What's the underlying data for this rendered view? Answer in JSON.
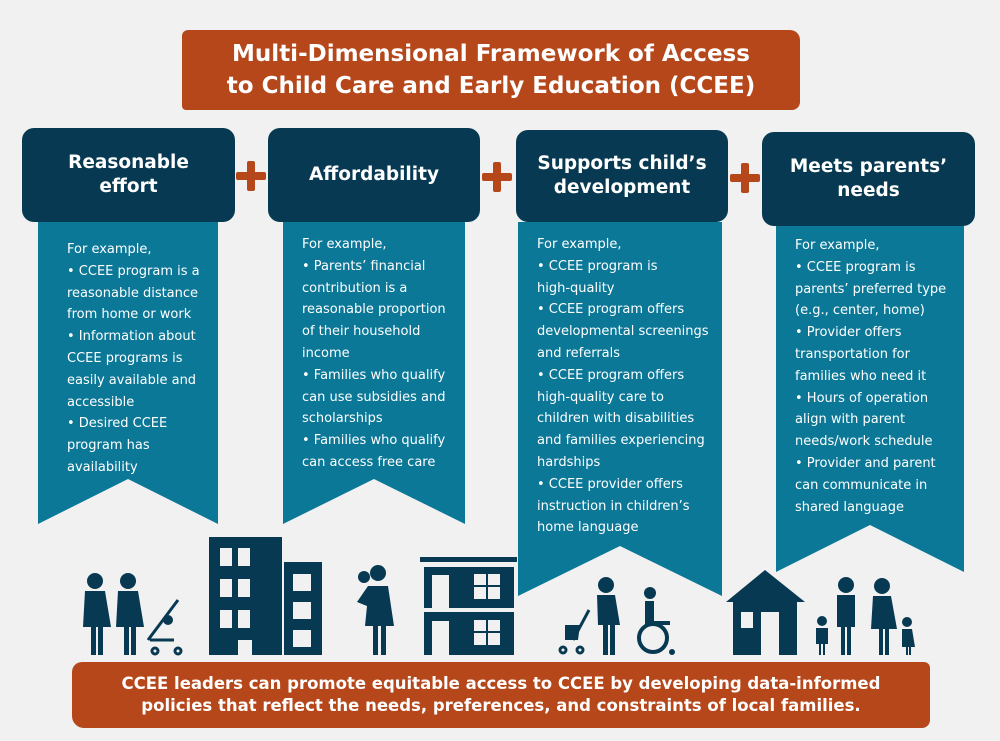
{
  "title": {
    "line1": "Multi-Dimensional Framework of Access",
    "line2": "to Child Care and Early Education (CCEE)"
  },
  "columns": [
    {
      "header": [
        "Reasonable",
        "effort"
      ],
      "lines": [
        "For example,",
        "• CCEE program is a",
        "reasonable distance",
        "from home or work",
        "• Information about",
        "CCEE programs is",
        "easily available and",
        "accessible",
        "• Desired CCEE",
        "program has",
        "availability"
      ]
    },
    {
      "header": [
        "Affordability"
      ],
      "lines": [
        "For example,",
        "• Parents’ financial",
        "contribution is a",
        "reasonable proportion",
        "of their household",
        "income",
        "• Families who qualify",
        "can use subsidies and",
        "scholarships",
        "• Families who qualify",
        "can access free care"
      ]
    },
    {
      "header": [
        "Supports child’s",
        "development"
      ],
      "lines": [
        "For example,",
        "• CCEE program is",
        "high-quality",
        "• CCEE program offers",
        "developmental screenings",
        "and referrals",
        "• CCEE program offers",
        "high-quality care to",
        "children with disabilities",
        "and families experiencing",
        "hardships",
        "• CCEE provider offers",
        "instruction in children’s",
        "home language"
      ]
    },
    {
      "header": [
        "Meets parents’",
        "needs"
      ],
      "lines": [
        "For example,",
        "• CCEE program is",
        "parents’ preferred type",
        "(e.g., center, home)",
        "• Provider offers",
        "transportation for",
        "families who need it",
        "• Hours of operation",
        "align with parent",
        "needs/work schedule",
        "• Provider and parent",
        "can communicate in",
        "shared language"
      ]
    }
  ],
  "footer": {
    "line1": "CCEE leaders can promote equitable access to CCEE by developing data-informed",
    "line2": "policies that reflect the needs, preferences, and constraints of local families."
  },
  "colors": {
    "orange": "#b5471b",
    "navy": "#073a52",
    "teal": "#0b7898",
    "background": "#f1f1f1"
  }
}
